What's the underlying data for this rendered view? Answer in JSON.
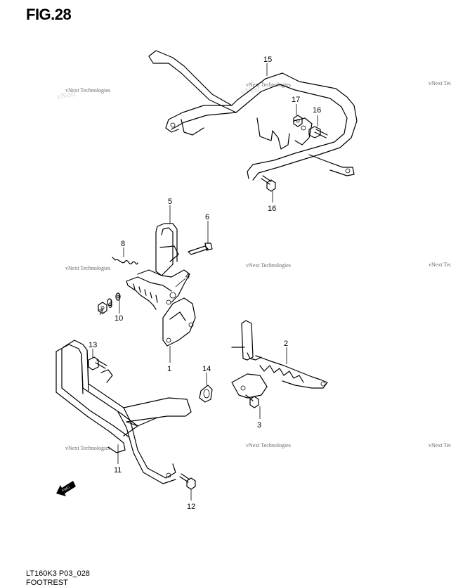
{
  "figure": {
    "title": "FIG.28",
    "code": "LT160K3 P03_028",
    "name": "FOOTREST"
  },
  "watermark": "vNext Technologies",
  "callouts": {
    "c1": "1",
    "c2": "2",
    "c3": "3",
    "c4": "4",
    "c5": "5",
    "c6": "6",
    "c7": "7",
    "c8": "8",
    "c9": "9",
    "c10": "10",
    "c11": "11",
    "c12": "12",
    "c13": "13",
    "c14": "14",
    "c15": "15",
    "c16a": "16",
    "c16b": "16",
    "c17": "17"
  },
  "direction_marker": "FWD"
}
